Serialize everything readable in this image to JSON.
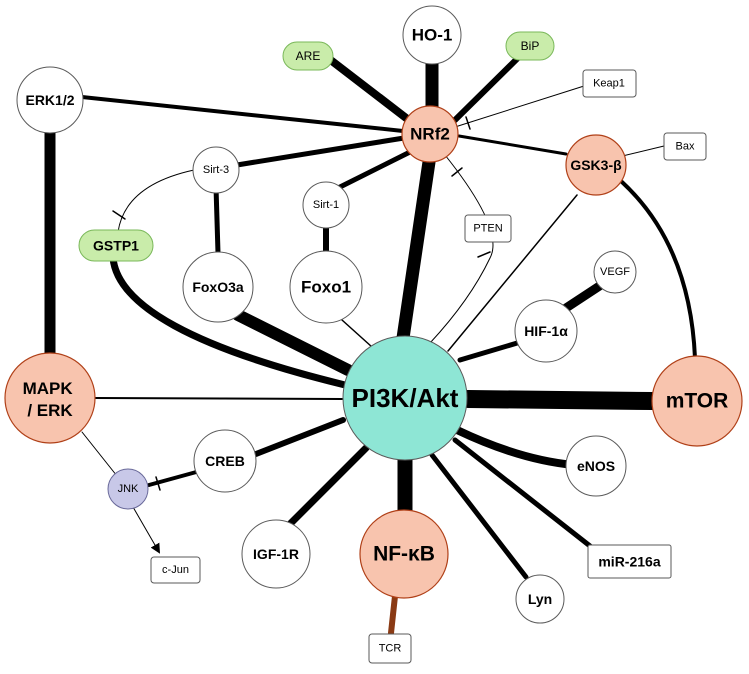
{
  "colors": {
    "hub": "#8ee6d5",
    "salmon": "#f8c4ae",
    "green": "#c9ecaa",
    "jnk": "#c8c8e8",
    "white": "#ffffff",
    "edge": "#000000",
    "tcr_edge": "#8a3a14",
    "node_stroke": "#5a5a5a",
    "salmon_stroke": "#b04018",
    "green_stroke": "#7ab85a"
  },
  "nodes": {
    "pi3k": "PI3K/Akt",
    "nrf2": "NRf2",
    "mtor": "mTOR",
    "nfkb": "NF-κB",
    "mapk": "MAPK\n/ ERK",
    "gsk3b": "GSK3-β",
    "ho1": "HO-1",
    "are": "ARE",
    "bip": "BiP",
    "keap1": "Keap1",
    "erk12": "ERK1/2",
    "bax": "Bax",
    "sirt3": "Sirt-3",
    "sirt1": "Sirt-1",
    "gstp1": "GSTP1",
    "pten": "PTEN",
    "foxo3a": "FoxO3a",
    "foxo1": "Foxo1",
    "vegf": "VEGF",
    "hif1a": "HIF-1α",
    "creb": "CREB",
    "jnk": "JNK",
    "enos": "eNOS",
    "igf1r": "IGF-1R",
    "mir216a": "miR-216a",
    "cjun": "c-Jun",
    "lyn": "Lyn",
    "tcr": "TCR"
  }
}
